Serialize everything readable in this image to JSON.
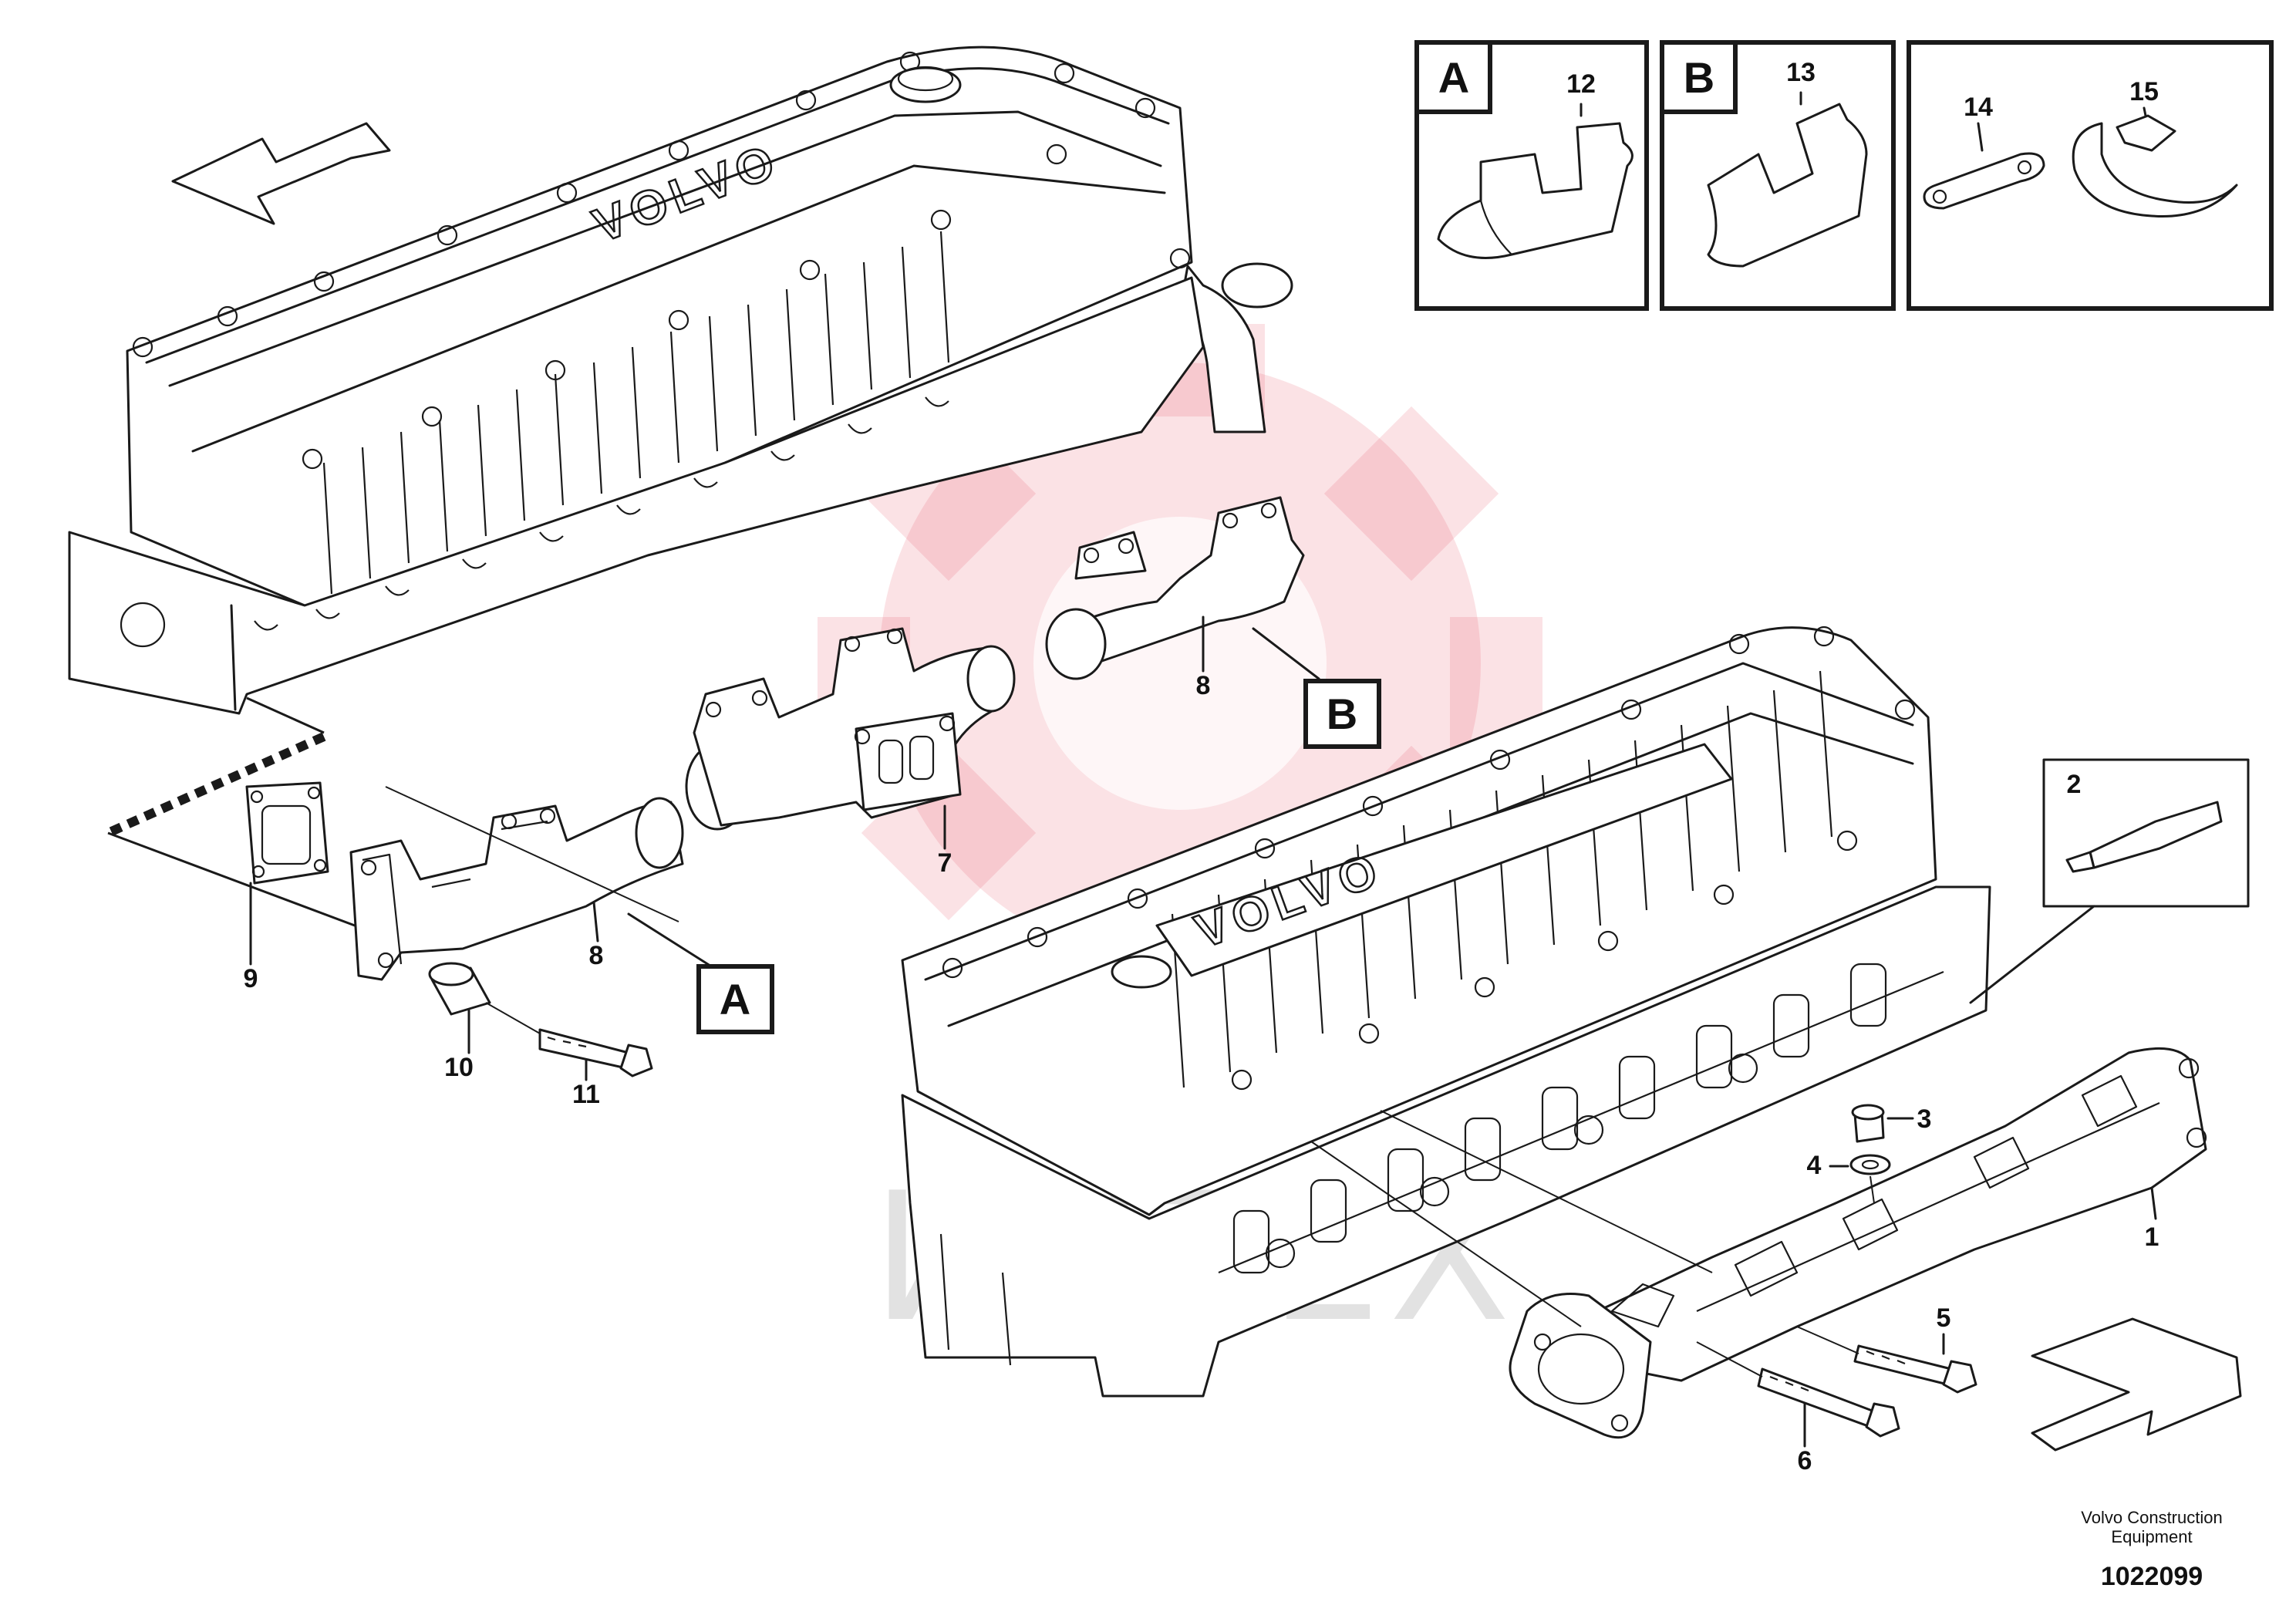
{
  "brand_text": "VOLVO",
  "watermark": "ИНТЕХ",
  "callouts": {
    "p1": "1",
    "p2": "2",
    "p3": "3",
    "p4": "4",
    "p5": "5",
    "p6": "6",
    "p7": "7",
    "p8a": "8",
    "p8b": "8",
    "p9": "9",
    "p10": "10",
    "p11": "11",
    "p12": "12",
    "p13": "13",
    "p14": "14",
    "p15": "15"
  },
  "detail_labels": {
    "a": "A",
    "b": "B"
  },
  "footer": {
    "company_line1": "Volvo Construction",
    "company_line2": "Equipment",
    "doc_number": "1022099"
  },
  "icons": [
    "direction-arrow-icon",
    "sealant-tube-icon",
    "heat-shield-icon",
    "clamp-icon"
  ],
  "colors": {
    "line": "#1a1a1a",
    "watermark_logo": "#e84a5f",
    "watermark_text": "#9a9a9a"
  }
}
